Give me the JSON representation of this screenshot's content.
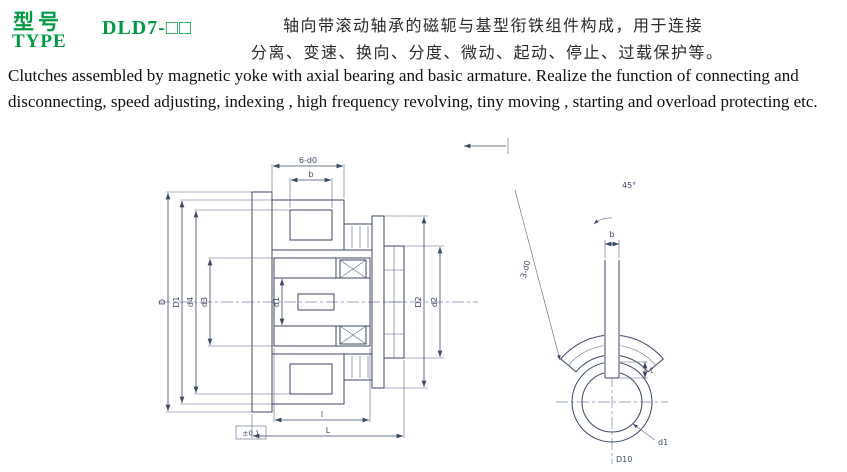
{
  "header": {
    "type_label_cn": "型号",
    "type_label_en": "TYPE",
    "model": "DLD7-□□",
    "desc_cn_line1": "轴向带滚动轴承的磁轭与基型衔铁组件构成，用于连接",
    "desc_cn_line2": "分离、变速、换向、分度、微动、起动、停止、过载保护等。",
    "desc_en_line1": "Clutches assembled by magnetic yoke with axial bearing and basic armature. Realize the function of connecting and",
    "desc_en_line2": "disconnecting, speed adjusting, indexing , high frequency revolving, tiny moving , starting and overload protecting etc."
  },
  "colors": {
    "accent_green": "#009a44",
    "drawing_line": "#3c4a66",
    "text_black": "#101010"
  },
  "drawings": {
    "section_view": {
      "left_dims": [
        "D",
        "D1",
        "d4",
        "d3"
      ],
      "bore_dim": "d1",
      "right_dims": [
        "D2",
        "d2"
      ],
      "top_dims": [
        "b",
        "6-d0"
      ],
      "bottom_dims": [
        "l",
        "L"
      ],
      "tolerance": "±0.1"
    },
    "end_view": {
      "key_width": "b",
      "key_depth": "t",
      "angle": "45°",
      "holes": "3-d0",
      "bore": "d1",
      "fit": "D10"
    }
  }
}
